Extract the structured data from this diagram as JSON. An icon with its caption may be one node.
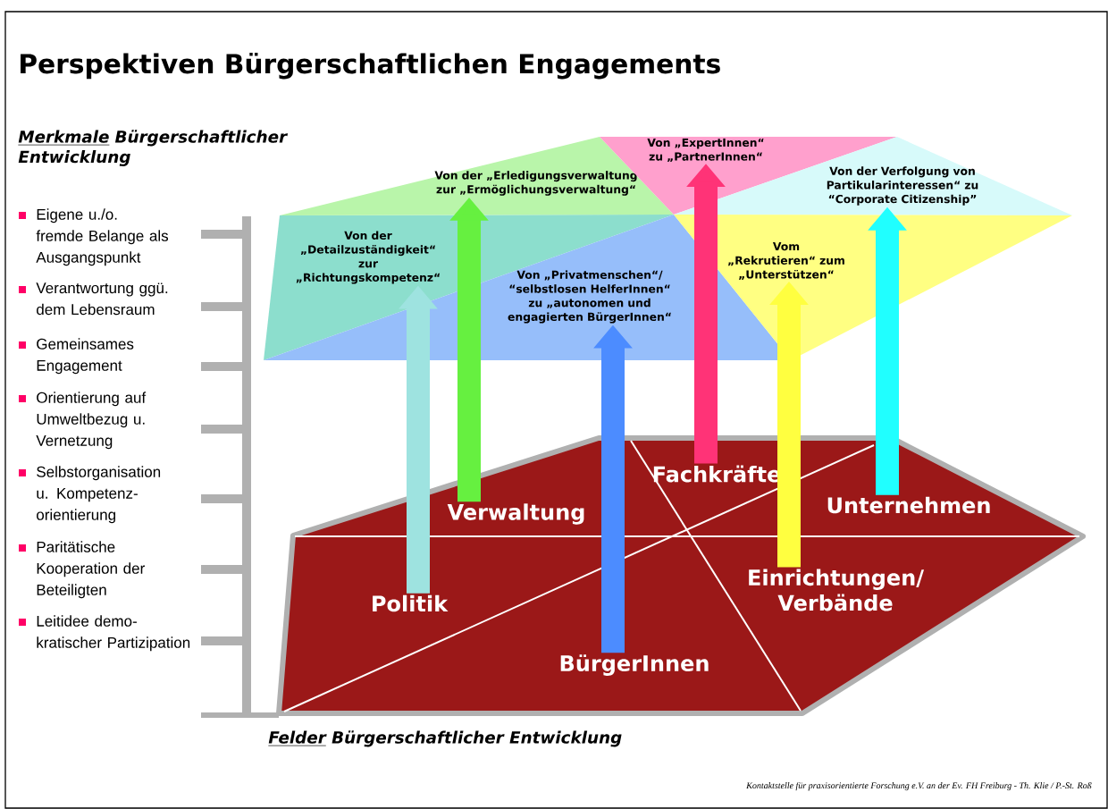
{
  "diagram": {
    "title": "Perspektiven Bürgerschaftlichen Engagements",
    "nodes": [
      {
        "text": [
          "Von der „Detailzuständigkeit“ zur „Richtungskompetenz“"
        ]
      },
      {
        "text": [
          "Von der „Erledigungsverwaltung zur „Ermöglichungsverwaltung“"
        ]
      },
      {
        "text": [
          "Von „ExpertInnen“ zu „PartnerInnen“"
        ]
      },
      {
        "text": [
          "Von der Verfolgung von Partikularinteressen“ zu “Corporate Citizenship”"
        ]
      },
      {
        "text": [
          "Von „Privatmenschen“/ “selbstlosen HelferInnen“ zu „autonomen und engagierten BürgerInnen“"
        ]
      },
      {
        "text": [
          "Vom „Rekrutieren“ zum „Unterstützen“"
        ]
      },
      {
        "text": [
          "Politik"
        ]
      },
      {
        "text": [
          "Verwaltung"
        ]
      },
      {
        "text": [
          "BürgerInnen"
        ]
      },
      {
        "text": [
          "Fachkräfte"
        ]
      },
      {
        "text": [
          "Einrichtungen/ Verbände"
        ]
      },
      {
        "text": [
          "Unternehmen"
        ]
      }
    ],
    "edges": [
      {
        "from": 6,
        "to": 0,
        "arrow": "to",
        "color": "#9ee3e0"
      },
      {
        "from": 7,
        "to": 1,
        "arrow": "to",
        "color": "#66f040"
      },
      {
        "from": 8,
        "to": 4,
        "arrow": "to",
        "color": "#4c8cff"
      },
      {
        "from": 9,
        "to": 2,
        "arrow": "to",
        "color": "#ff3377"
      },
      {
        "from": 10,
        "to": 5,
        "arrow": "to",
        "color": "#ffff40"
      },
      {
        "from": 11,
        "to": 3,
        "arrow": "to",
        "color": "#20ffff"
      }
    ],
    "labels": [
      "Merkmale",
      "Bürgerschaftlicher Entwicklung",
      "Eigene u./o. fremde Belange als Ausgangspunkt",
      "Verantwortung ggü. dem Lebensraum",
      "Gemeinsames Engagement",
      "Orientierung auf Umweltbezug u. Vernetzung",
      "Selbstorganisation u. Kompetenz- orientierung",
      "Paritätische Kooperation der Beteiligten",
      "Leitidee demo- kratischer Partizipation",
      "Felder",
      "Bürgerschaftlicher Entwicklung",
      "Kontaktstelle für praxisorientierte Forschung e.V. an der Ev. FH Freiburg - Th. Klie / P.-St. Roß"
    ]
  }
}
